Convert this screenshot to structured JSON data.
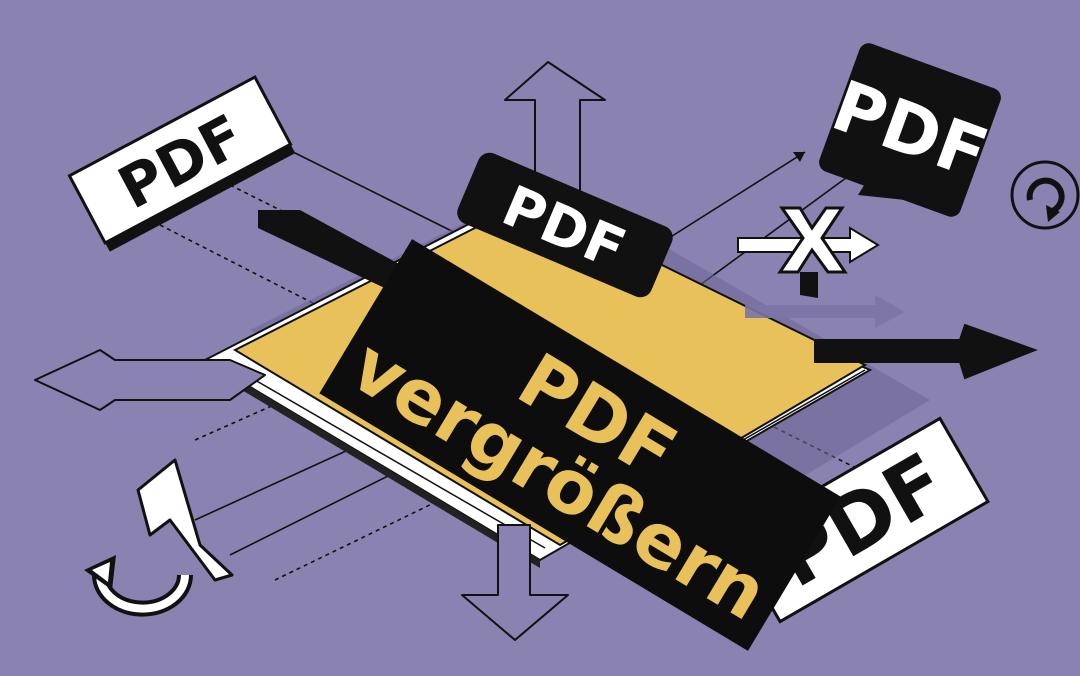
{
  "labels": {
    "pdf_top_left": "PDF",
    "pdf_top_center": "PDF",
    "pdf_top_right": "PDF",
    "pdf_bottom_right": "PDF",
    "title_line1": "PDF",
    "title_line2": "vergrößern"
  },
  "colors": {
    "background": "#8a82b0",
    "document": "#e8c15a",
    "ink": "#0d0d0d",
    "paper": "#ffffff",
    "shadow": "#6e6798"
  },
  "icons": [
    "arrow-up-icon",
    "arrow-down-icon",
    "arrow-left-icon",
    "arrow-right-icon",
    "close-icon",
    "refresh-icon",
    "cursor-icon",
    "play-icon",
    "rotate-icon"
  ]
}
